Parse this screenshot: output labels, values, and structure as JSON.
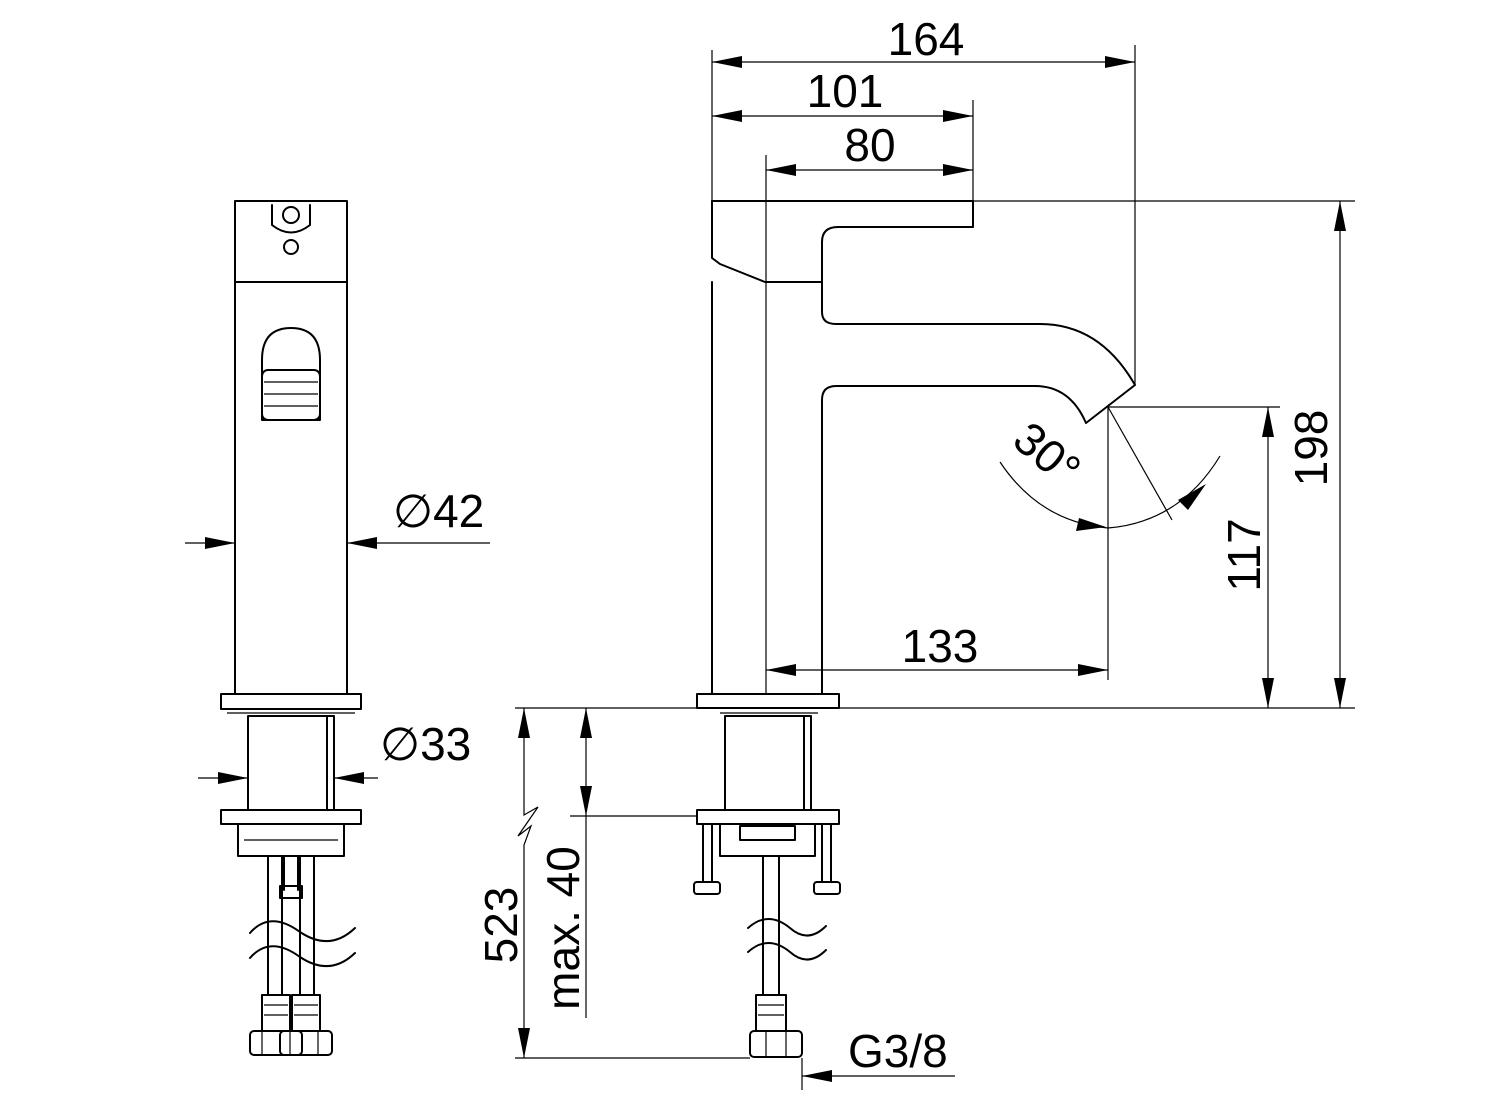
{
  "dimensions": {
    "width_total": "164",
    "spout_reach": "101",
    "spout_inner": "80",
    "height_total": "198",
    "spout_height": "117",
    "spout_offset": "133",
    "spout_angle": "30°",
    "body_diameter": "∅42",
    "shank_diameter": "∅33",
    "hose_length": "523",
    "max_deck": "max. 40",
    "connection_thread": "G3/8"
  }
}
